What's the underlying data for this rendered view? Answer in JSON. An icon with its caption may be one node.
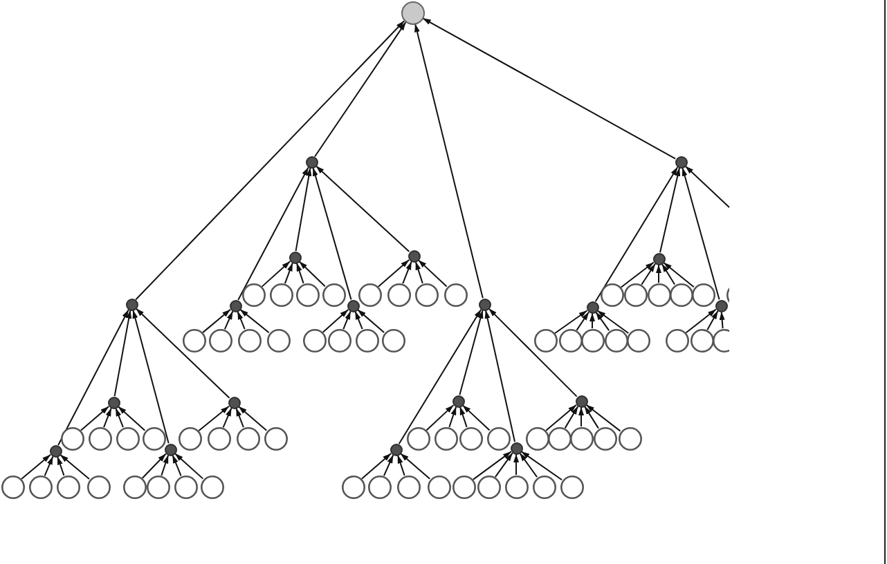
{
  "diagram": {
    "nodes": [
      {
        "text": [],
        "shape": "circle"
      },
      {
        "text": [],
        "shape": "circle"
      },
      {
        "text": [],
        "shape": "circle"
      },
      {
        "text": [],
        "shape": "circle"
      },
      {
        "text": [],
        "shape": "circle"
      },
      {
        "text": [],
        "shape": "circle"
      },
      {
        "text": [],
        "shape": "circle"
      },
      {
        "text": [],
        "shape": "circle"
      },
      {
        "text": [],
        "shape": "circle"
      },
      {
        "text": [],
        "shape": "circle"
      },
      {
        "text": [],
        "shape": "circle"
      },
      {
        "text": [],
        "shape": "circle"
      },
      {
        "text": [],
        "shape": "circle"
      },
      {
        "text": [],
        "shape": "circle"
      },
      {
        "text": [],
        "shape": "circle"
      },
      {
        "text": [],
        "shape": "circle"
      },
      {
        "text": [],
        "shape": "circle"
      },
      {
        "text": [],
        "shape": "circle"
      },
      {
        "text": [],
        "shape": "circle"
      },
      {
        "text": [],
        "shape": "circle"
      },
      {
        "text": [],
        "shape": "circle"
      },
      {
        "text": [],
        "shape": "circle"
      },
      {
        "text": [],
        "shape": "circle"
      },
      {
        "text": [],
        "shape": "circle"
      },
      {
        "text": [],
        "shape": "circle"
      },
      {
        "text": [],
        "shape": "circle"
      },
      {
        "text": [],
        "shape": "circle"
      },
      {
        "text": [],
        "shape": "circle"
      },
      {
        "text": [],
        "shape": "circle"
      },
      {
        "text": [],
        "shape": "circle"
      },
      {
        "text": [],
        "shape": "circle"
      },
      {
        "text": [],
        "shape": "circle"
      },
      {
        "text": [],
        "shape": "circle"
      },
      {
        "text": [],
        "shape": "circle"
      },
      {
        "text": [],
        "shape": "circle"
      },
      {
        "text": [],
        "shape": "circle"
      },
      {
        "text": [],
        "shape": "circle"
      },
      {
        "text": [],
        "shape": "circle"
      },
      {
        "text": [],
        "shape": "circle"
      },
      {
        "text": [],
        "shape": "circle"
      },
      {
        "text": [],
        "shape": "circle"
      },
      {
        "text": [],
        "shape": "circle"
      },
      {
        "text": [],
        "shape": "circle"
      },
      {
        "text": [],
        "shape": "circle"
      },
      {
        "text": [],
        "shape": "circle"
      },
      {
        "text": [],
        "shape": "circle"
      },
      {
        "text": [],
        "shape": "circle"
      },
      {
        "text": [],
        "shape": "circle"
      },
      {
        "text": [],
        "shape": "circle"
      },
      {
        "text": [],
        "shape": "circle"
      },
      {
        "text": [],
        "shape": "circle"
      },
      {
        "text": [],
        "shape": "circle"
      },
      {
        "text": [],
        "shape": "circle"
      },
      {
        "text": [],
        "shape": "circle"
      },
      {
        "text": [],
        "shape": "circle"
      },
      {
        "text": [],
        "shape": "circle"
      },
      {
        "text": [],
        "shape": "circle"
      },
      {
        "text": [],
        "shape": "circle"
      },
      {
        "text": [],
        "shape": "circle"
      },
      {
        "text": [],
        "shape": "circle"
      },
      {
        "text": [],
        "shape": "circle"
      },
      {
        "text": [],
        "shape": "circle"
      },
      {
        "text": [],
        "shape": "circle"
      },
      {
        "text": [],
        "shape": "circle"
      },
      {
        "text": [],
        "shape": "circle"
      },
      {
        "text": [],
        "shape": "circle"
      },
      {
        "text": [],
        "shape": "circle"
      },
      {
        "text": [],
        "shape": "circle"
      },
      {
        "text": [],
        "shape": "circle"
      },
      {
        "text": [],
        "shape": "circle"
      },
      {
        "text": [],
        "shape": "circle"
      },
      {
        "text": [],
        "shape": "circle"
      },
      {
        "text": [],
        "shape": "circle"
      },
      {
        "text": [],
        "shape": "circle"
      },
      {
        "text": [],
        "shape": "circle"
      },
      {
        "text": [],
        "shape": "circle"
      },
      {
        "text": [],
        "shape": "circle"
      },
      {
        "text": [],
        "shape": "circle"
      },
      {
        "text": [],
        "shape": "circle"
      },
      {
        "text": [],
        "shape": "circle"
      },
      {
        "text": [],
        "shape": "circle"
      },
      {
        "text": [],
        "shape": "circle"
      },
      {
        "text": [],
        "shape": "circle"
      },
      {
        "text": [],
        "shape": "circle"
      }
    ],
    "edges": [
      {
        "from": 1,
        "to": 0,
        "arrow": "to"
      },
      {
        "from": 2,
        "to": 0,
        "arrow": "to"
      },
      {
        "from": 3,
        "to": 0,
        "arrow": "to"
      },
      {
        "from": 4,
        "to": 0,
        "arrow": "to"
      },
      {
        "from": null,
        "to": 2,
        "arrow": "to"
      },
      {
        "from": 5,
        "to": 1,
        "arrow": "to"
      },
      {
        "from": 6,
        "to": 1,
        "arrow": "to"
      },
      {
        "from": 7,
        "to": 2,
        "arrow": "to"
      },
      {
        "from": 8,
        "to": 1,
        "arrow": "to"
      },
      {
        "from": 9,
        "to": 1,
        "arrow": "to"
      },
      {
        "from": 10,
        "to": 2,
        "arrow": "to"
      },
      {
        "from": 11,
        "to": 2,
        "arrow": "to"
      },
      {
        "from": 12,
        "to": 3,
        "arrow": "to"
      },
      {
        "from": 13,
        "to": 3,
        "arrow": "to"
      },
      {
        "from": 14,
        "to": 4,
        "arrow": "to"
      },
      {
        "from": 15,
        "to": 4,
        "arrow": "to"
      },
      {
        "from": 16,
        "to": 3,
        "arrow": "to"
      },
      {
        "from": 17,
        "to": 3,
        "arrow": "to"
      },
      {
        "from": 18,
        "to": 4,
        "arrow": "to"
      },
      {
        "from": 19,
        "to": 4,
        "arrow": "to"
      },
      {
        "from": 20,
        "to": 5,
        "arrow": "to"
      },
      {
        "from": 21,
        "to": 5,
        "arrow": "to"
      },
      {
        "from": 22,
        "to": 5,
        "arrow": "to"
      },
      {
        "from": 23,
        "to": 5,
        "arrow": "to"
      },
      {
        "from": 24,
        "to": 6,
        "arrow": "to"
      },
      {
        "from": 25,
        "to": 6,
        "arrow": "to"
      },
      {
        "from": 26,
        "to": 6,
        "arrow": "to"
      },
      {
        "from": 27,
        "to": 6,
        "arrow": "to"
      },
      {
        "from": 28,
        "to": 7,
        "arrow": "to"
      },
      {
        "from": 29,
        "to": 7,
        "arrow": "to"
      },
      {
        "from": 30,
        "to": 7,
        "arrow": "to"
      },
      {
        "from": 31,
        "to": 7,
        "arrow": "to"
      },
      {
        "from": 32,
        "to": 7,
        "arrow": "to"
      },
      {
        "from": 34,
        "to": 8,
        "arrow": "to"
      },
      {
        "from": 35,
        "to": 8,
        "arrow": "to"
      },
      {
        "from": 36,
        "to": 8,
        "arrow": "to"
      },
      {
        "from": 37,
        "to": 8,
        "arrow": "to"
      },
      {
        "from": 38,
        "to": 9,
        "arrow": "to"
      },
      {
        "from": 39,
        "to": 9,
        "arrow": "to"
      },
      {
        "from": 40,
        "to": 9,
        "arrow": "to"
      },
      {
        "from": 41,
        "to": 9,
        "arrow": "to"
      },
      {
        "from": 42,
        "to": 10,
        "arrow": "to"
      },
      {
        "from": 43,
        "to": 10,
        "arrow": "to"
      },
      {
        "from": 44,
        "to": 10,
        "arrow": "to"
      },
      {
        "from": 45,
        "to": 10,
        "arrow": "to"
      },
      {
        "from": 46,
        "to": 10,
        "arrow": "to"
      },
      {
        "from": 47,
        "to": 11,
        "arrow": "to"
      },
      {
        "from": 48,
        "to": 11,
        "arrow": "to"
      },
      {
        "from": 49,
        "to": 11,
        "arrow": "to"
      },
      {
        "from": 50,
        "to": 12,
        "arrow": "to"
      },
      {
        "from": 51,
        "to": 12,
        "arrow": "to"
      },
      {
        "from": 52,
        "to": 12,
        "arrow": "to"
      },
      {
        "from": 53,
        "to": 12,
        "arrow": "to"
      },
      {
        "from": 54,
        "to": 13,
        "arrow": "to"
      },
      {
        "from": 55,
        "to": 13,
        "arrow": "to"
      },
      {
        "from": 56,
        "to": 13,
        "arrow": "to"
      },
      {
        "from": 57,
        "to": 13,
        "arrow": "to"
      },
      {
        "from": 58,
        "to": 14,
        "arrow": "to"
      },
      {
        "from": 59,
        "to": 14,
        "arrow": "to"
      },
      {
        "from": 60,
        "to": 14,
        "arrow": "to"
      },
      {
        "from": 61,
        "to": 14,
        "arrow": "to"
      },
      {
        "from": 62,
        "to": 15,
        "arrow": "to"
      },
      {
        "from": 63,
        "to": 15,
        "arrow": "to"
      },
      {
        "from": 64,
        "to": 15,
        "arrow": "to"
      },
      {
        "from": 65,
        "to": 15,
        "arrow": "to"
      },
      {
        "from": 66,
        "to": 15,
        "arrow": "to"
      },
      {
        "from": 67,
        "to": 16,
        "arrow": "to"
      },
      {
        "from": 68,
        "to": 16,
        "arrow": "to"
      },
      {
        "from": 69,
        "to": 16,
        "arrow": "to"
      },
      {
        "from": 70,
        "to": 16,
        "arrow": "to"
      },
      {
        "from": 71,
        "to": 17,
        "arrow": "to"
      },
      {
        "from": 72,
        "to": 17,
        "arrow": "to"
      },
      {
        "from": 73,
        "to": 17,
        "arrow": "to"
      },
      {
        "from": 74,
        "to": 17,
        "arrow": "to"
      },
      {
        "from": 75,
        "to": 18,
        "arrow": "to"
      },
      {
        "from": 76,
        "to": 18,
        "arrow": "to"
      },
      {
        "from": 77,
        "to": 18,
        "arrow": "to"
      },
      {
        "from": 78,
        "to": 18,
        "arrow": "to"
      },
      {
        "from": 79,
        "to": 19,
        "arrow": "to"
      },
      {
        "from": 80,
        "to": 19,
        "arrow": "to"
      },
      {
        "from": 81,
        "to": 19,
        "arrow": "to"
      },
      {
        "from": 82,
        "to": 19,
        "arrow": "to"
      },
      {
        "from": 83,
        "to": 19,
        "arrow": "to"
      }
    ]
  }
}
